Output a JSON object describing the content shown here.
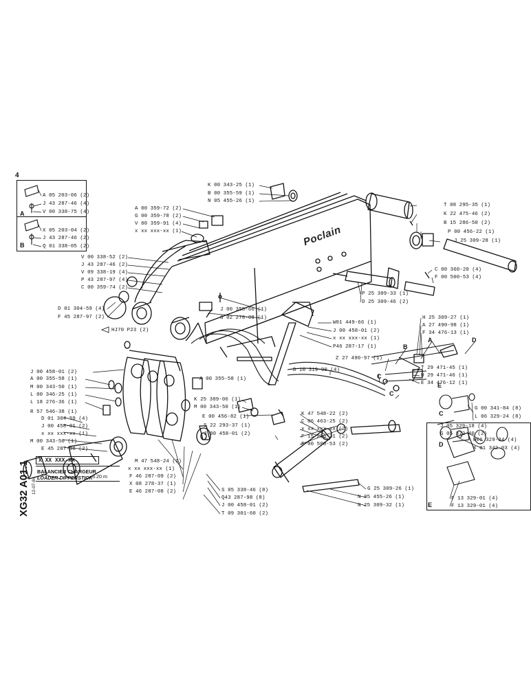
{
  "sheet": {
    "corner_number": "4",
    "brand_on_arm": "Poclain",
    "doc_code": "XG32 A01.1",
    "date": "12-07-84",
    "part_code": "X XX XXX-XX",
    "title_fr": "BALANCIER CHARGEUR",
    "title_en": "LOADER DIPPERSTICK",
    "length": "3.20 m"
  },
  "inset_letters": {
    "a": "A",
    "b": "B",
    "c": "C",
    "d": "D",
    "e": "E"
  },
  "labels": {
    "k00343": "K 00 343-25 (1)",
    "b00355": "B 00 355-59 (1)",
    "n05455": "N 05 455-26 (1)",
    "a00359": "A 00 359-72 (2)",
    "g00359": "G 00 359-78 (2)",
    "v00359": "V 00 359-91 (4)",
    "xxx1": "x xx xxx-xx (1)",
    "v00338": "V 00 338-52 (2)",
    "j43287": "J 43 287-46 (2)",
    "v09338": "V 09 338-19 (4)",
    "p43287": "P 43 287-97 (4)",
    "c00359": "C 00 359-74 (2)",
    "d01304": "D 01 304-59 (4)",
    "f45287": "F 45 287-97 (2)",
    "hj70": "HJ70 P23 (2)",
    "t08295": "T 08 295-35 (1)",
    "k22475": "K 22 475-46 (2)",
    "b15286": "B 15 286-50 (2)",
    "p00456": "P 00 456-22 (1)",
    "j25309": "J 25 309-28 (1)",
    "c00360": "C 00 360-20 (4)",
    "f00500": "F 00 500-53 (4)",
    "p25309": "P 25 309-33 (1)",
    "d25309": "D 25 309-46 (2)",
    "j00355": "J 00 355-66 (1)",
    "s02278": "S 02 278-08 (1)",
    "w01449": "W01 449-66 (1)",
    "j00458a": "J 00 458-01 (2)",
    "xxx2": "x xx xxx-xx (1)",
    "p46287": "P46 287-17 (1)",
    "h25309": "H 25 309-27 (1)",
    "a27490": "A 27 490-98 (1)",
    "f34476": "F 34 476-13 (1)",
    "z27490": "Z 27 490-97 (1)",
    "t29471": "T 29 471-45 (1)",
    "u29471": "U 29 471-46 (1)",
    "e34476": "E 34 476-12 (1)",
    "d10319": "D 10 319-90 (4)",
    "j00458b": "J 00 458-01 (2)",
    "a00355": "A 00 355-58 (1)",
    "m00343": "M 00 343-50 (1)",
    "l00346": "L 00 346-25 (1)",
    "l18276": "L 18 276-36 (1)",
    "k25309": "K 25 309-06 (1)",
    "m00343b": "M 00 343-50 (1)",
    "a00355b": "A 00 355-58 (1)",
    "r57546": "R 57 546-38 (1)",
    "d01304b": "D 01 304-59 (4)",
    "j00458c": "J 00 458-01 (2)",
    "xxx3": "x xx xxx-xx (1)",
    "m00343c": "M 00 343-50 (1)",
    "e45287": "E 45 287-96 (2)",
    "e00456": "E 00 456-82 (1)",
    "s22293": "S 22 293-37 (1)",
    "j00458d": "J 00 458-01 (2)",
    "k47548": "K 47 548-22 (2)",
    "c06463": "C 06 463-25 (2)",
    "xxx4": "x xx xxx-xx (2)",
    "f15286": "F 15 286-31 (2)",
    "f00500b": "F 00 500-53 (2)",
    "m47548": "M 47 548-24 (1)",
    "xxx5": "x xx xxx-xx (1)",
    "f46287": "F 46 287-09 (2)",
    "x08278": "X 08 278-37 (1)",
    "e46287": "E 46 287-08 (2)",
    "s05338": "S 05 338-46 (8)",
    "q43287": "Q43 287-98 (8)",
    "j00458e": "J 00 458-01 (2)",
    "t09301": "T 09 301-60 (2)",
    "g25309": "G 25 309-26 (1)",
    "n05455b": "N 05 455-26 (1)",
    "n25309": "N 25 309-32 (1)",
    "g00341": "G 00 341-84 (8)",
    "l06329": "L 06 329-24 (8)",
    "w06329": "W06 329-34 (4)",
    "x01342": "X 01 342-03 (4)",
    "j05329": "J 05 329-18 (4)",
    "g05372": "G 05 372-40 (2)",
    "f13329a": "F 13 329-01 (4)",
    "f13329b": "F 13 329-01 (4)",
    "a05203": "A 05 203-06 (2)",
    "j43287b": "J 43 287-46 (4)",
    "v00338b": "V 00 338-75 (4)",
    "x05203": "X 05 203-04 (2)",
    "j43287c": "J 43 287-46 (2)",
    "q01338": "Q 01 338-05 (2)"
  }
}
